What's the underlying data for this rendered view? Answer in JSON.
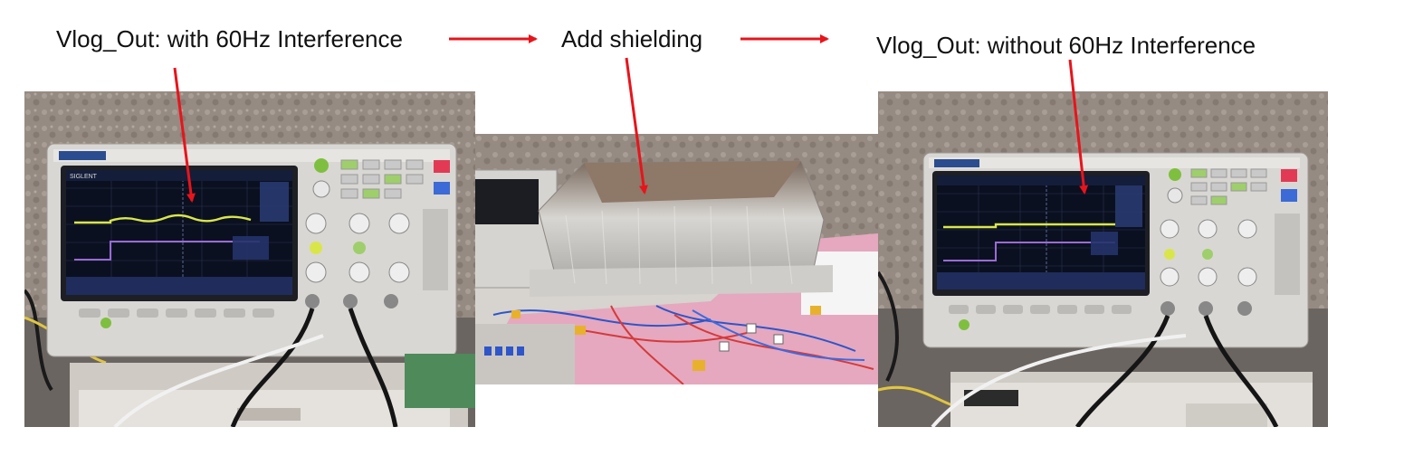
{
  "captions": {
    "before": "Vlog_Out: with 60Hz Interference",
    "action": "Add shielding",
    "after": "Vlog_Out: without 60Hz Interference"
  },
  "scope_brand": "SIGLENT",
  "colors": {
    "arrow": "#e8141b",
    "ch1_trace": "#d9e64a",
    "ch2_trace": "#9a6bd6",
    "scope_screen": "#0b1020",
    "wall": "#9a8f86"
  }
}
